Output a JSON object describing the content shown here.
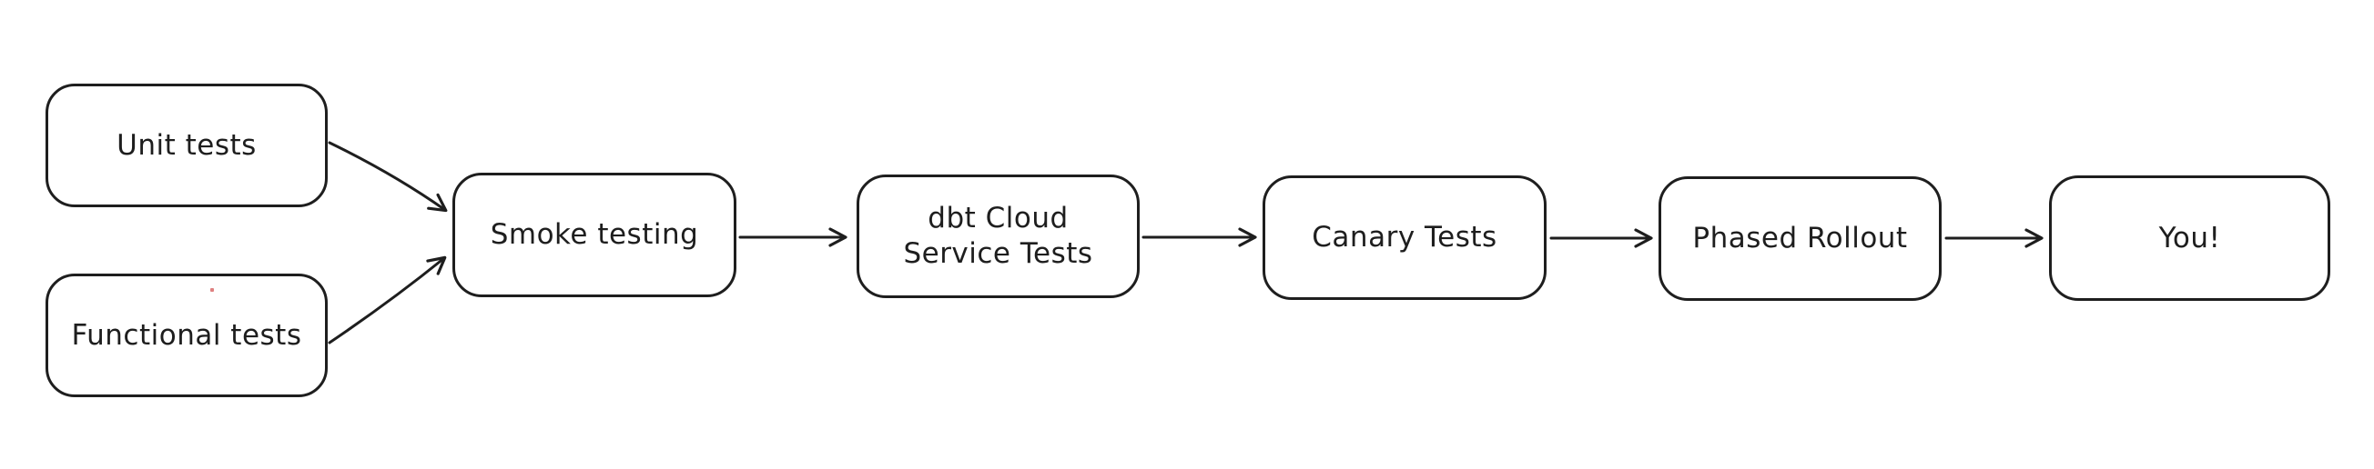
{
  "diagram": {
    "title": "testing-and-rollout-pipeline-flowchart",
    "style": "hand-drawn",
    "stroke_color": "#1e1e1e",
    "background_color": "#ffffff",
    "artifact_dot_color": "#d96a6a",
    "nodes": [
      {
        "id": "unit-tests",
        "label": "Unit tests"
      },
      {
        "id": "functional-tests",
        "label": "Functional tests"
      },
      {
        "id": "smoke-testing",
        "label": "Smoke testing"
      },
      {
        "id": "dbt-cloud-service-tests",
        "label": "dbt Cloud\nService Tests"
      },
      {
        "id": "canary-tests",
        "label": "Canary Tests"
      },
      {
        "id": "phased-rollout",
        "label": "Phased Rollout"
      },
      {
        "id": "you",
        "label": "You!"
      }
    ],
    "edges": [
      {
        "from": "unit-tests",
        "to": "smoke-testing"
      },
      {
        "from": "functional-tests",
        "to": "smoke-testing"
      },
      {
        "from": "smoke-testing",
        "to": "dbt-cloud-service-tests"
      },
      {
        "from": "dbt-cloud-service-tests",
        "to": "canary-tests"
      },
      {
        "from": "canary-tests",
        "to": "phased-rollout"
      },
      {
        "from": "phased-rollout",
        "to": "you"
      }
    ]
  }
}
